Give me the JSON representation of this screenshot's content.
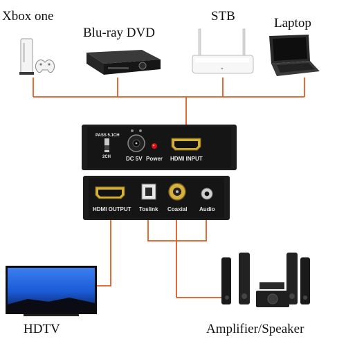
{
  "sources": {
    "xbox": "Xbox one",
    "bluray": "Blu-ray DVD",
    "stb": "STB",
    "laptop": "Laptop"
  },
  "outputs": {
    "hdtv": "HDTV",
    "amplifier": "Amplifier/Speaker"
  },
  "input_panel": {
    "pass_5_1ch": "PASS   5.1CH",
    "two_ch": "2CH",
    "dc5v": "DC 5V",
    "power": "Power",
    "hdmi_input": "HDMI INPUT"
  },
  "output_panel": {
    "hdmi_output": "HDMI OUTPUT",
    "toslink": "Toslink",
    "coaxial": "Coaxial",
    "audio": "Audio"
  },
  "colors": {
    "wire": "#e05a1f",
    "device_body": "#1c1c1c",
    "power_led": "#e01010",
    "tv_screen": "#1a5bd6"
  }
}
